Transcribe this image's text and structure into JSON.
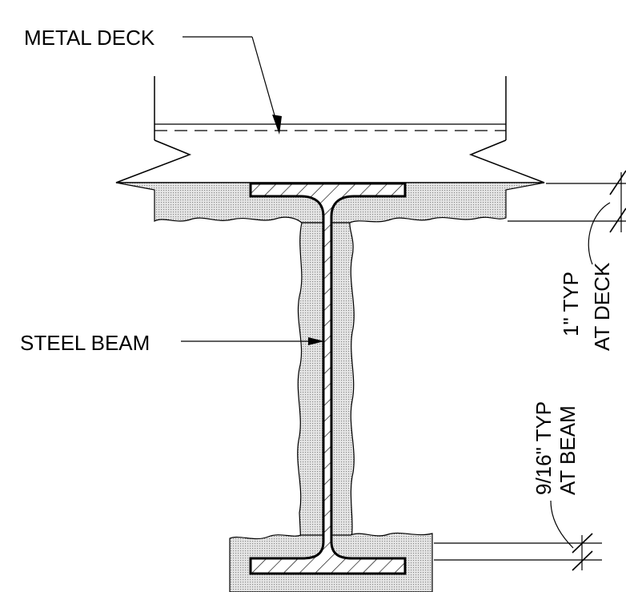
{
  "labels": {
    "metal_deck": "METAL DECK",
    "steel_beam": "STEEL BEAM",
    "deck_dim_line1": "1\" TYP",
    "deck_dim_line2": "AT DECK",
    "beam_dim_line1": "9/16\" TYP",
    "beam_dim_line2": "AT BEAM"
  },
  "colors": {
    "line": "#000000",
    "fireproofing": "#d9d9d9",
    "steel_hatch": "#000000"
  }
}
